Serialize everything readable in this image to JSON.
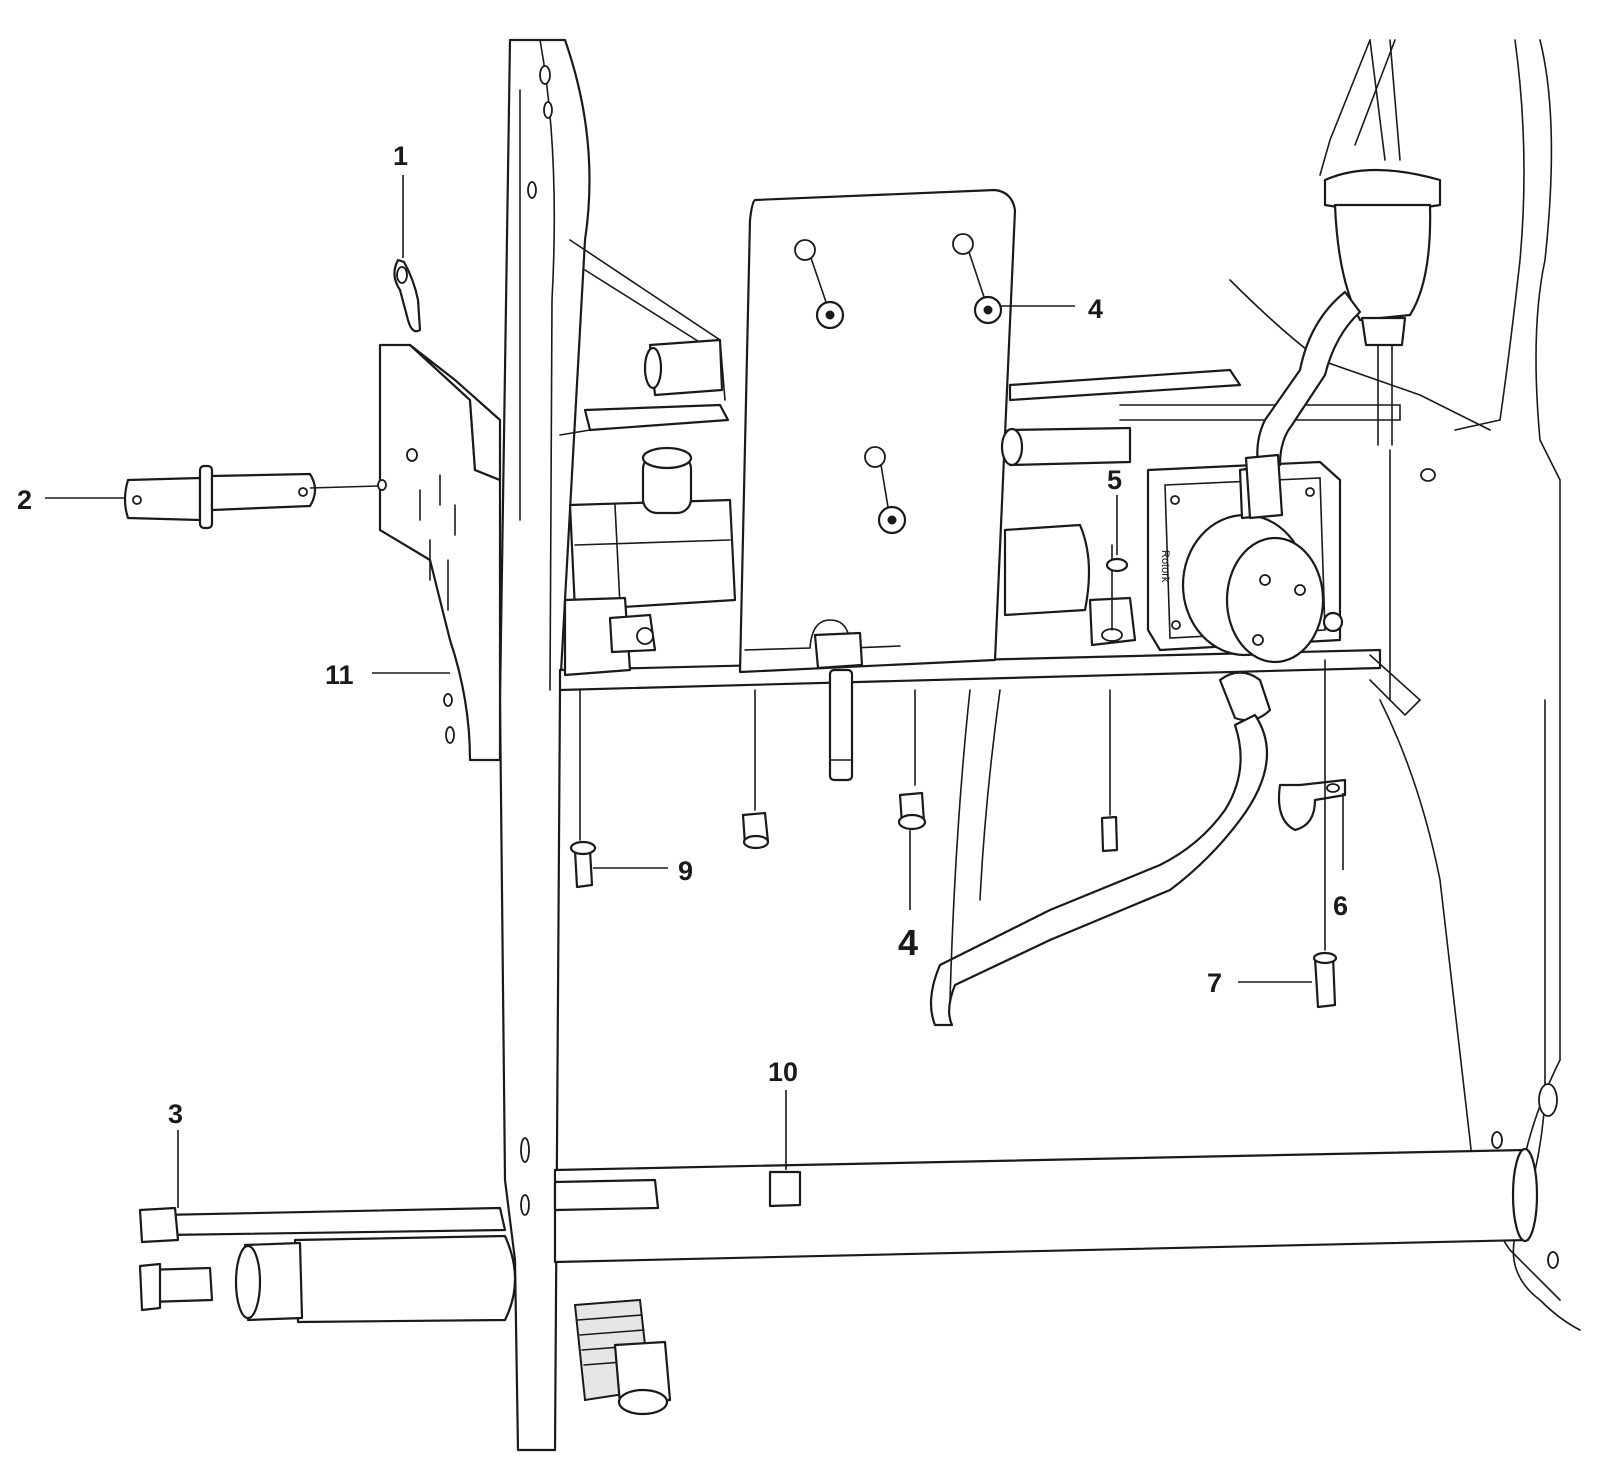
{
  "diagram": {
    "callouts": [
      {
        "id": "c1",
        "label": "1"
      },
      {
        "id": "c2",
        "label": "2"
      },
      {
        "id": "c3",
        "label": "3"
      },
      {
        "id": "c4a",
        "label": "4"
      },
      {
        "id": "c4b",
        "label": "4"
      },
      {
        "id": "c5",
        "label": "5"
      },
      {
        "id": "c6",
        "label": "6"
      },
      {
        "id": "c7",
        "label": "7"
      },
      {
        "id": "c9",
        "label": "9"
      },
      {
        "id": "c10",
        "label": "10"
      },
      {
        "id": "c11",
        "label": "11"
      }
    ],
    "pump_brand": "Rotork"
  }
}
